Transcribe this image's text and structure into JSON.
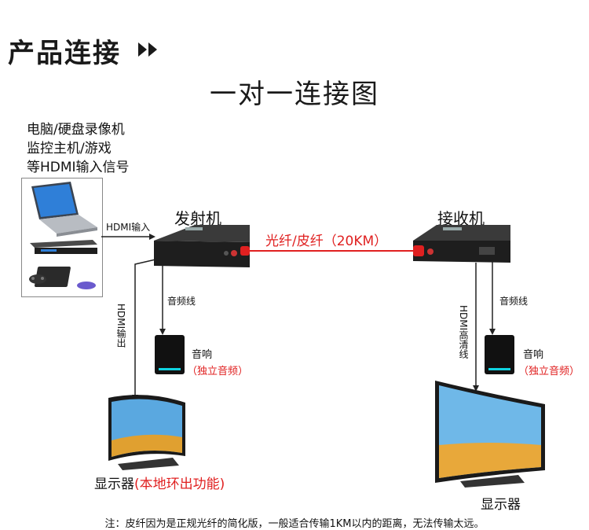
{
  "section_title": "产品连接",
  "diagram_title": "一对一连接图",
  "source_lines": [
    "电脑/硬盘录像机",
    "监控主机/游戏",
    "等HDMI输入信号"
  ],
  "hdmi_in_label": "HDMI输入",
  "transmitter_label": "发射机",
  "receiver_label": "接收机",
  "fiber_label": "光纤/皮纤（20KM）",
  "audio_line_label": "音频线",
  "hdmi_out_label": "HDMI输出",
  "hdmi_hd_line_label": "HDMI高清线",
  "speaker_label": "音响",
  "speaker_note": "（独立音频）",
  "display_label": "显示器",
  "display_local_note": "(本地环出功能)",
  "footnote": "注：皮纤因为是正规光纤的简化版，一般适合传输1KM以内的距离，无法传输太远。",
  "colors": {
    "fiber": "#e02020",
    "accent_red": "#e02020",
    "line": "#222222"
  }
}
